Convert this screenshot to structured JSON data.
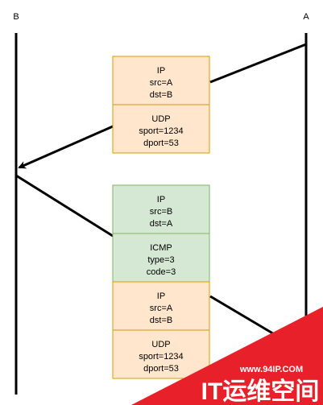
{
  "hosts": {
    "left": "B",
    "right": "A"
  },
  "packets": {
    "outbound": {
      "ip": {
        "title": "IP",
        "src": "src=A",
        "dst": "dst=B"
      },
      "udp": {
        "title": "UDP",
        "sport": "sport=1234",
        "dport": "dport=53"
      }
    },
    "reply": {
      "ip": {
        "title": "IP",
        "src": "src=B",
        "dst": "dst=A"
      },
      "icmp": {
        "title": "ICMP",
        "type": "type=3",
        "code": "code=3"
      },
      "inner_ip": {
        "title": "IP",
        "src": "src=A",
        "dst": "dst=B"
      },
      "inner_udp": {
        "title": "UDP",
        "sport": "sport=1234",
        "dport": "dport=53"
      }
    }
  },
  "colors": {
    "orange_fill": "#ffe6cc",
    "orange_stroke": "#d79b00",
    "green_fill": "#d5e8d4",
    "green_stroke": "#82b366",
    "watermark_red": "#e8202a"
  },
  "watermark": {
    "url": "www.94IP.COM",
    "text": "IT运维空间"
  }
}
